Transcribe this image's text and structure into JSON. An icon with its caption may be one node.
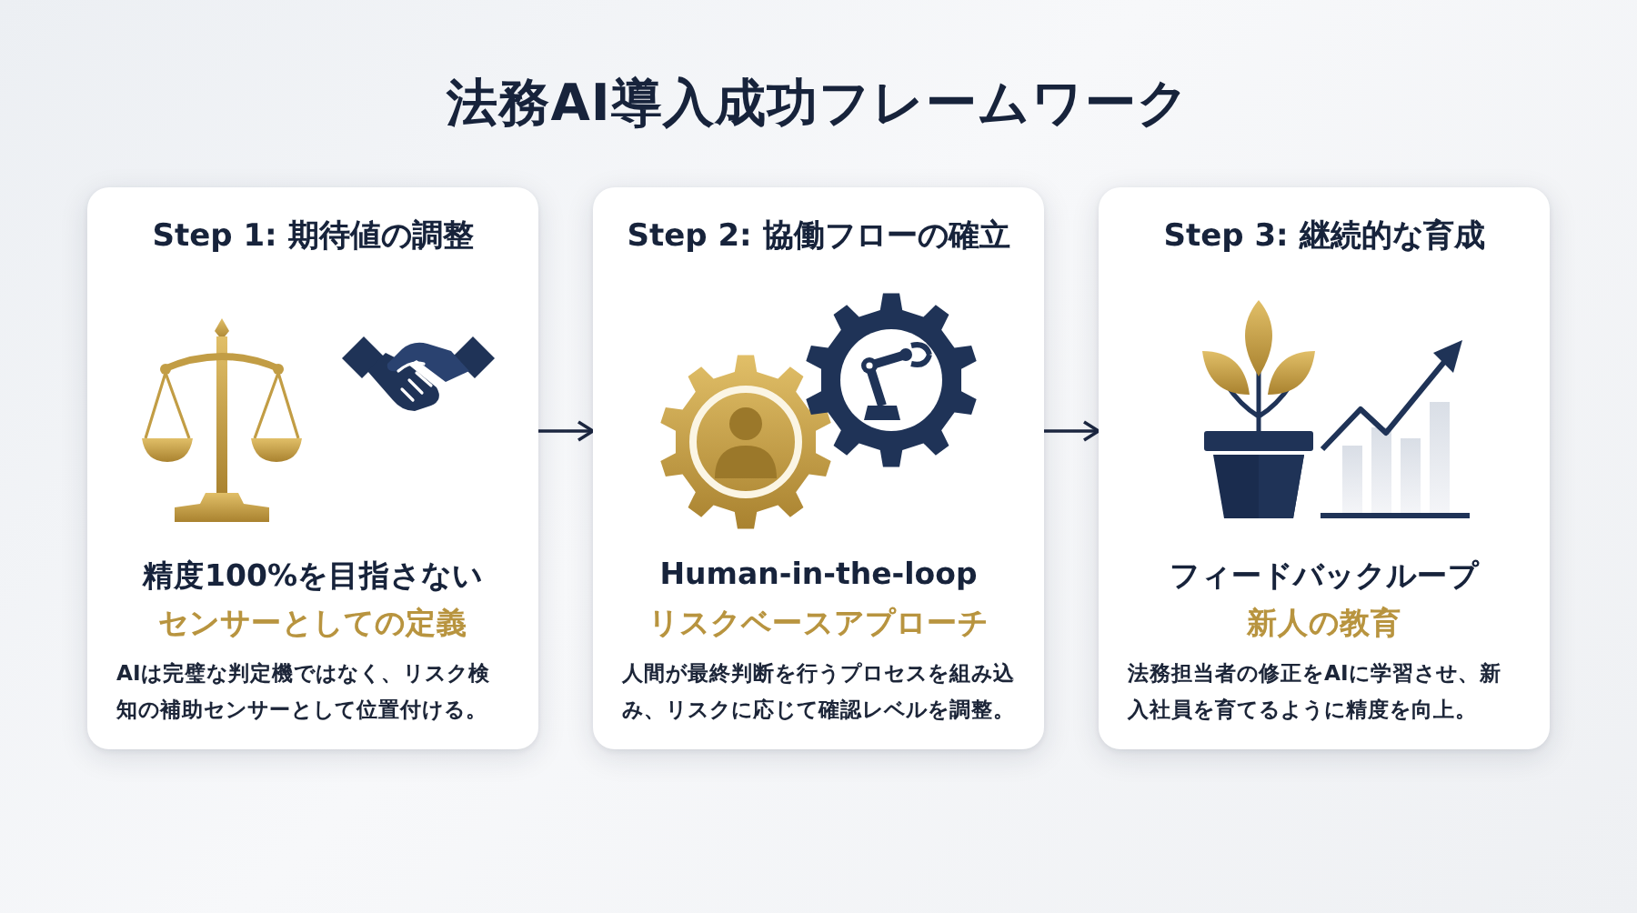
{
  "diagram": {
    "title": "法務AI導入成功フレームワーク",
    "nodes": [
      {
        "text": [
          "Step 1: 期待値の調整",
          "精度100%を目指さない",
          "センサーとしての定義",
          "AIは完璧な判定機ではなく、リスク検知の補助センサーとして位置付ける。"
        ]
      },
      {
        "text": [
          "Step 2: 協働フローの確立",
          "Human-in-the-loop",
          "リスクベースアプローチ",
          "人間が最終判断を行うプロセスを組み込み、リスクに応じて確認レベルを調整。"
        ]
      },
      {
        "text": [
          "Step 3: 継続的な育成",
          "フィードバックループ",
          "新人の教育",
          "法務担当者の修正をAIに学習させ、新入社員を育てるように精度を向上。"
        ]
      }
    ],
    "edges": [
      {
        "from": 0,
        "to": 1,
        "arrow": "to"
      },
      {
        "from": 1,
        "to": 2,
        "arrow": "to"
      }
    ]
  }
}
